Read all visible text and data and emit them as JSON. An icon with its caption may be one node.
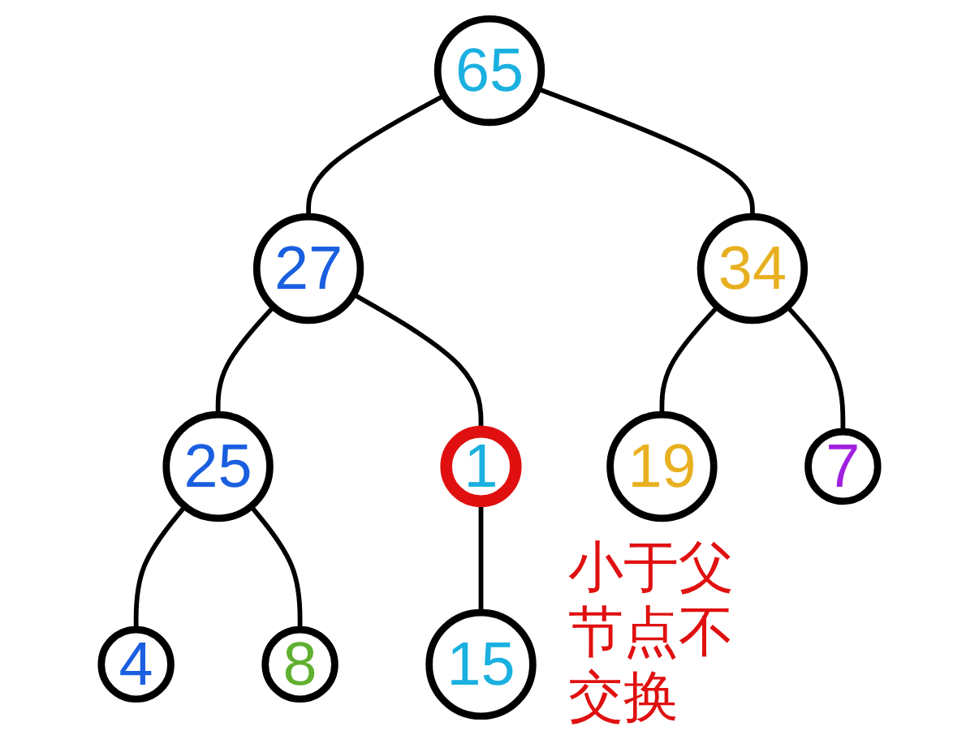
{
  "diagram": {
    "nodes": [
      {
        "text": [
          "65"
        ]
      },
      {
        "text": [
          "27"
        ]
      },
      {
        "text": [
          "34"
        ]
      },
      {
        "text": [
          "25"
        ]
      },
      {
        "text": [
          "1"
        ]
      },
      {
        "text": [
          "19"
        ]
      },
      {
        "text": [
          "7"
        ]
      },
      {
        "text": [
          "4"
        ]
      },
      {
        "text": [
          "8"
        ]
      },
      {
        "text": [
          "15"
        ]
      }
    ],
    "edges": [
      {
        "from": 0,
        "to": 1,
        "arrow": "none"
      },
      {
        "from": 0,
        "to": 2,
        "arrow": "none"
      },
      {
        "from": 1,
        "to": 3,
        "arrow": "none"
      },
      {
        "from": 1,
        "to": 4,
        "arrow": "none"
      },
      {
        "from": 2,
        "to": 5,
        "arrow": "none"
      },
      {
        "from": 2,
        "to": 6,
        "arrow": "none"
      },
      {
        "from": 3,
        "to": 7,
        "arrow": "none"
      },
      {
        "from": 3,
        "to": 8,
        "arrow": "none"
      },
      {
        "from": 4,
        "to": 9,
        "arrow": "none"
      }
    ],
    "labels": [
      "小于父节点不交换"
    ]
  }
}
